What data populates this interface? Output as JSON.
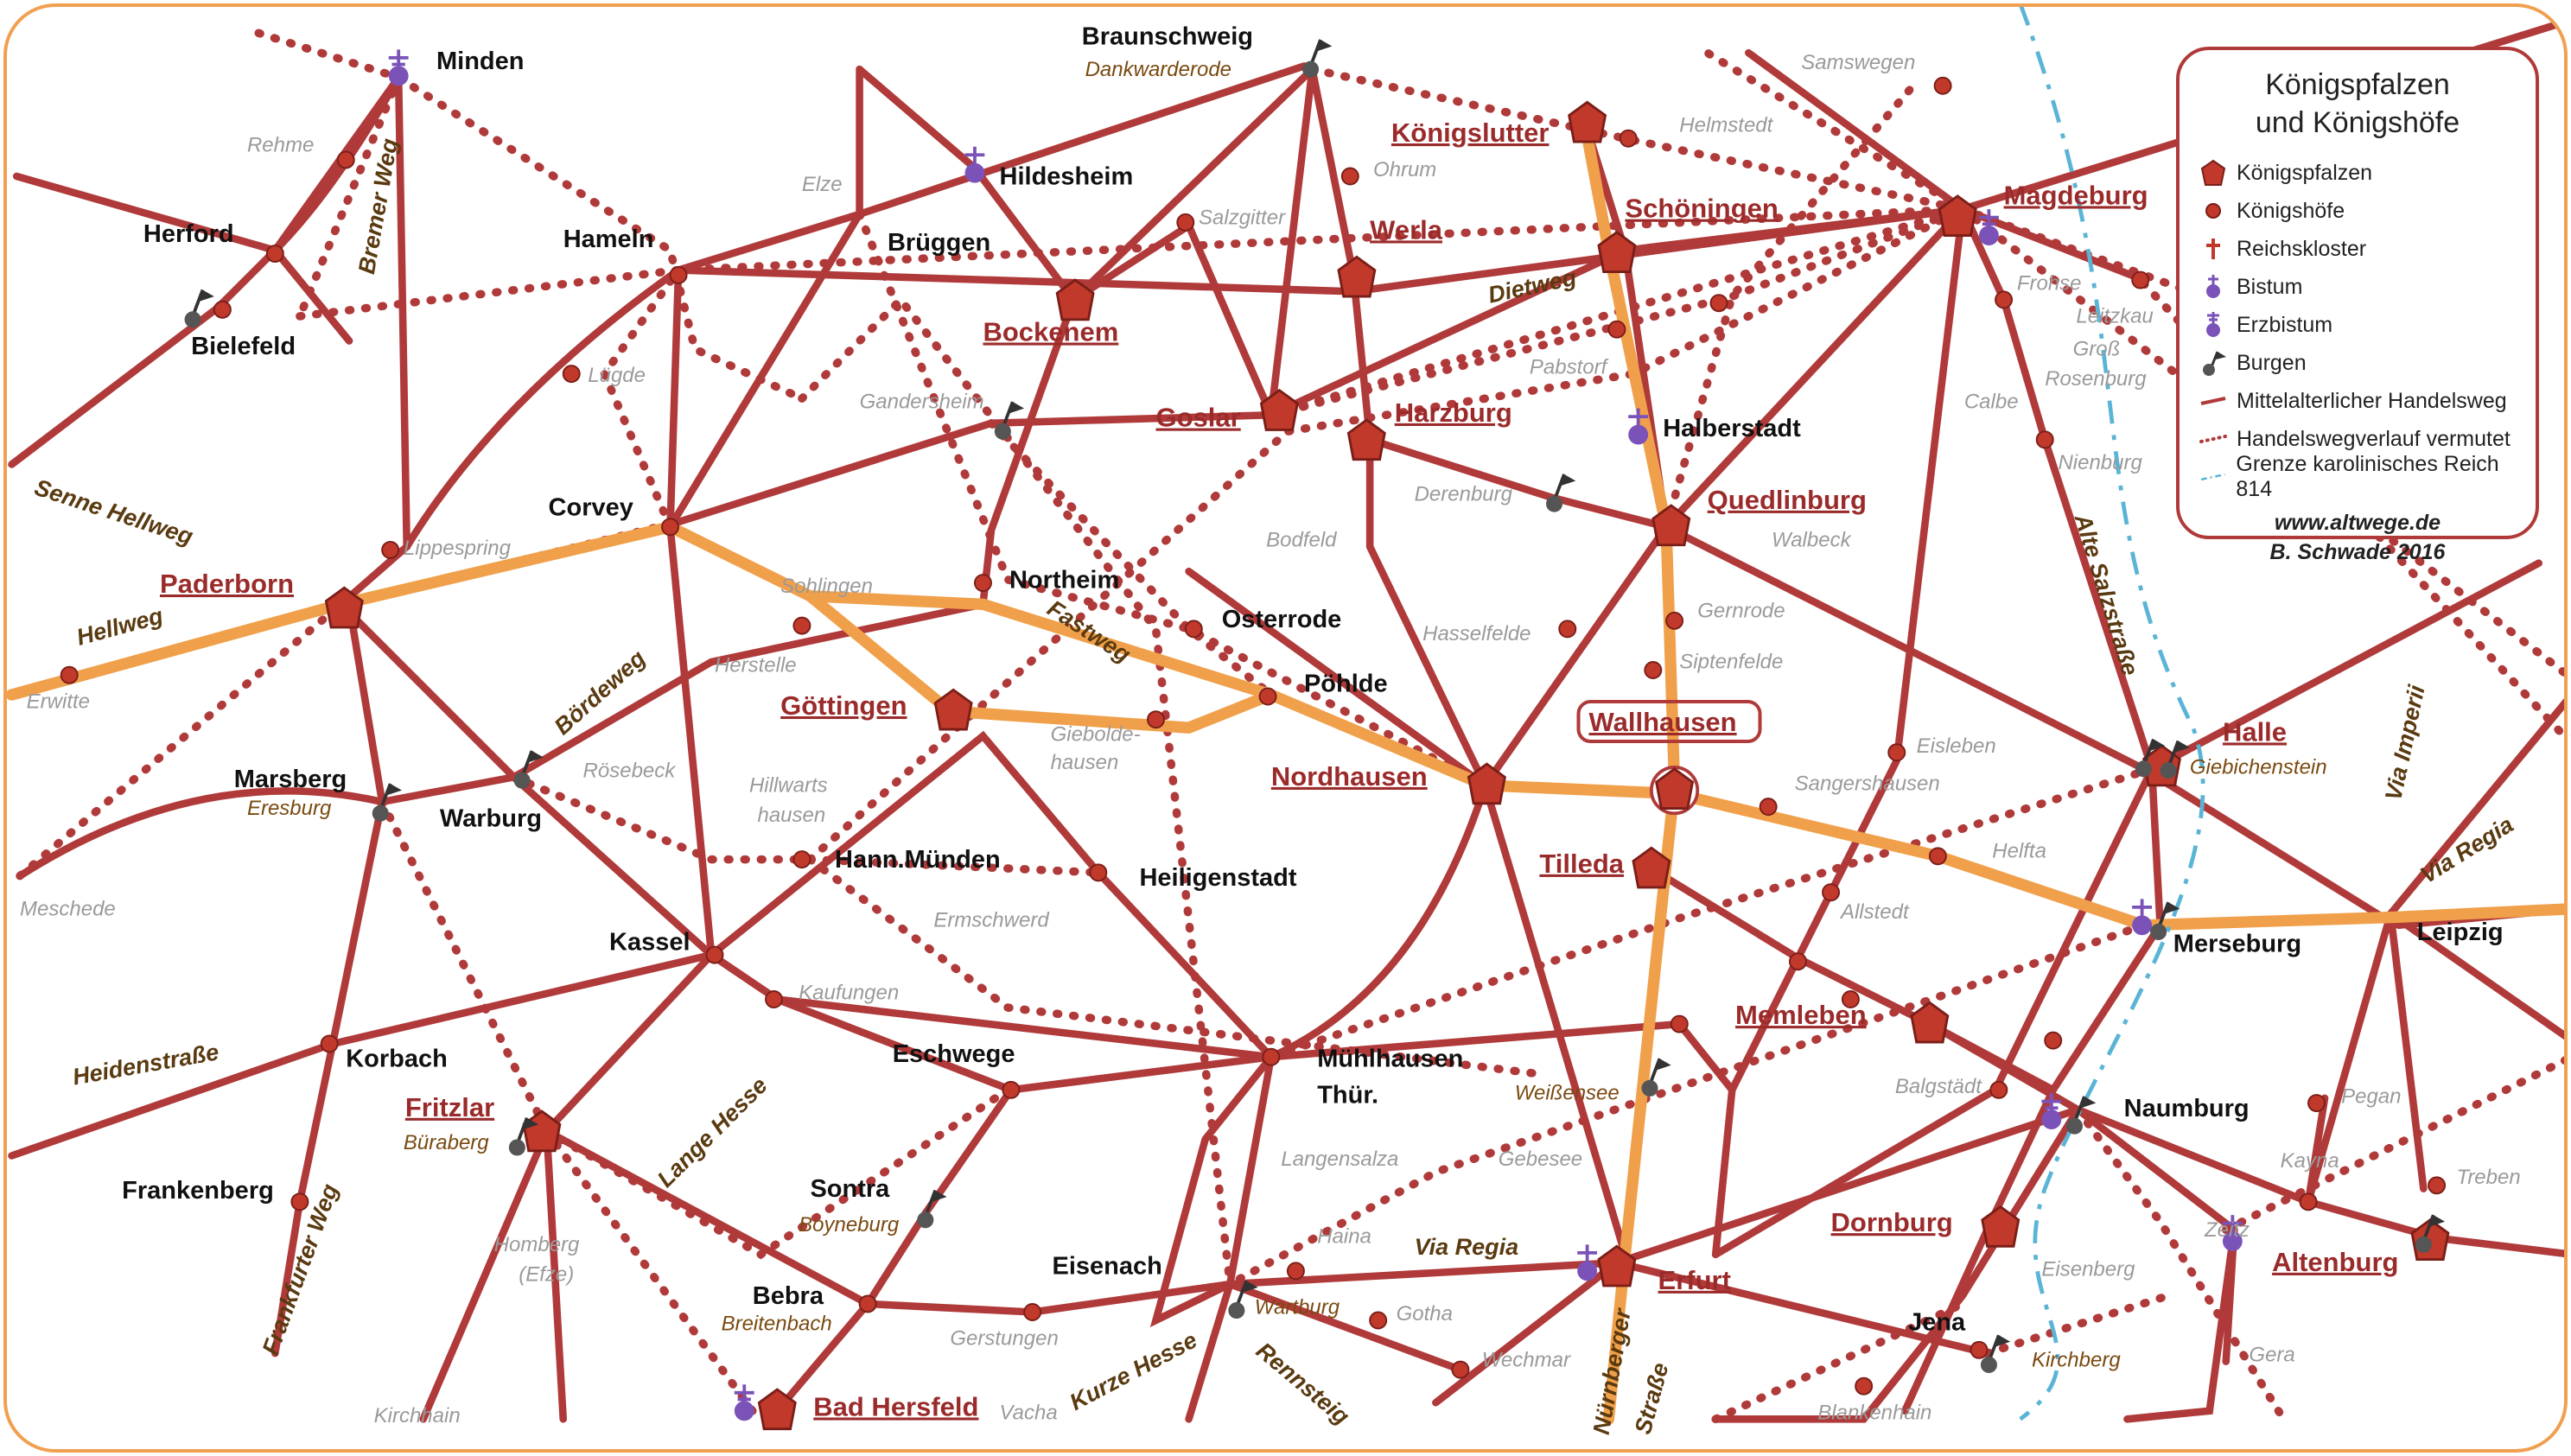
{
  "legend": {
    "title": "Königspfalzen\nund Königshöfe",
    "items": [
      {
        "label": "Königspfalzen",
        "icon": "palace-pentagon-icon"
      },
      {
        "label": "Königshöfe",
        "icon": "royal-court-dot-icon"
      },
      {
        "label": "Reichskloster",
        "icon": "imperial-monastery-cross-icon"
      },
      {
        "label": "Bistum",
        "icon": "bishopric-icon"
      },
      {
        "label": "Erzbistum",
        "icon": "archbishopric-icon"
      },
      {
        "label": "Burgen",
        "icon": "castle-flag-icon"
      },
      {
        "label": "Mittelalterlicher Handelsweg",
        "icon": "trade-route-line-icon"
      },
      {
        "label": "Handelswegverlauf vermutet",
        "icon": "presumed-route-dotted-icon"
      },
      {
        "label": "Grenze karolinisches Reich 814",
        "icon": "carolingian-border-icon"
      }
    ],
    "credit_url": "www.altwege.de",
    "credit_author": "B. Schwade 2016"
  },
  "colors": {
    "route": "#b03a3a",
    "main_route": "#f0a04a",
    "palace": "#c0392b",
    "border": "#5ab4d6",
    "frame": "#f0a050",
    "bishopric": "#7b52b8"
  },
  "palaces": [
    "Königslutter",
    "Schöningen",
    "Magdeburg",
    "Werla",
    "Bockenem",
    "Goslar",
    "Harzburg",
    "Quedlinburg",
    "Paderborn",
    "Göttingen",
    "Nordhausen",
    "Wallhausen",
    "Tilleda",
    "Halle",
    "Memleben",
    "Fritzlar",
    "Dornburg",
    "Erfurt",
    "Altenburg",
    "Bad Hersfeld"
  ],
  "places": [
    "Minden",
    "Braunschweig",
    "Herford",
    "Bielefeld",
    "Hameln",
    "Hildesheim",
    "Brüggen",
    "Corvey",
    "Northeim",
    "Osterrode",
    "Pöhlde",
    "Marsberg",
    "Warburg",
    "Hann.Münden",
    "Heiligenstadt",
    "Kassel",
    "Korbach",
    "Frankenberg",
    "Eschwege",
    "Mühlhausen",
    "Thür.",
    "Sontra",
    "Bebra",
    "Eisenach",
    "Halberstadt",
    "Merseburg",
    "Leipzig",
    "Naumburg",
    "Jena"
  ],
  "minor_places": [
    "Rehme",
    "Elze",
    "Salzgitter",
    "Ohrum",
    "Samswegen",
    "Helmstedt",
    "Lügde",
    "Gandersheim",
    "Pabstorf",
    "Frohse",
    "Leitzkau",
    "Groß",
    "Rosenburg",
    "Calbe",
    "Nienburg",
    "Lippespring",
    "Sohlingen",
    "Derenburg",
    "Bodfeld",
    "Walbeck",
    "Gernrode",
    "Siptenfelde",
    "Hasselfelde",
    "Erwitte",
    "Herstelle",
    "Giebolde-",
    "hausen",
    "Rösebeck",
    "Hillwarts",
    "hausen",
    "Eisleben",
    "Sangershausen",
    "Helfta",
    "Allstedt",
    "Meschede",
    "Ermschwerd",
    "Kaufungen",
    "Balgstädt",
    "Pegan",
    "Kayna",
    "Treben",
    "Zeitz",
    "Eisenberg",
    "Gera",
    "Langensalza",
    "Gebesee",
    "Haina",
    "Gotha",
    "Wechmar",
    "Homberg",
    "(Efze)",
    "Kirchhain",
    "Gerstungen",
    "Vacha",
    "Blankenhain"
  ],
  "burg_labels": [
    "Dankwarderode",
    "Eresburg",
    "Büraberg",
    "Boyneburg",
    "Breitenbach",
    "Wartburg",
    "Weißensee",
    "Giebichenstein",
    "Kirchberg"
  ],
  "route_names": [
    "Bremer Weg",
    "Senne Hellweg",
    "Hellweg",
    "Fastweg",
    "Bördeweg",
    "Dietweg",
    "Alte Salzstraße",
    "Via Imperii",
    "Via Regia",
    "Via Regia",
    "Heidenstraße",
    "Lange Hesse",
    "Frankfurter Weg",
    "Kurze Hesse",
    "Rennsteig",
    "Nürnberger",
    "Straße"
  ]
}
